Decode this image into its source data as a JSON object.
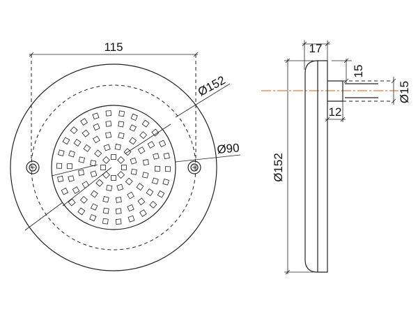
{
  "front_view": {
    "dim_width": "115",
    "dim_outer_diameter": "Ø152",
    "dim_grille_diameter": "Ø90"
  },
  "side_view": {
    "dim_thickness": "17",
    "dim_offset": "15",
    "dim_boss_length": "12",
    "dim_pipe_diameter": "Ø15",
    "dim_height": "Ø152"
  },
  "colors": {
    "centerline": "#e07a3a",
    "line": "#222222"
  }
}
